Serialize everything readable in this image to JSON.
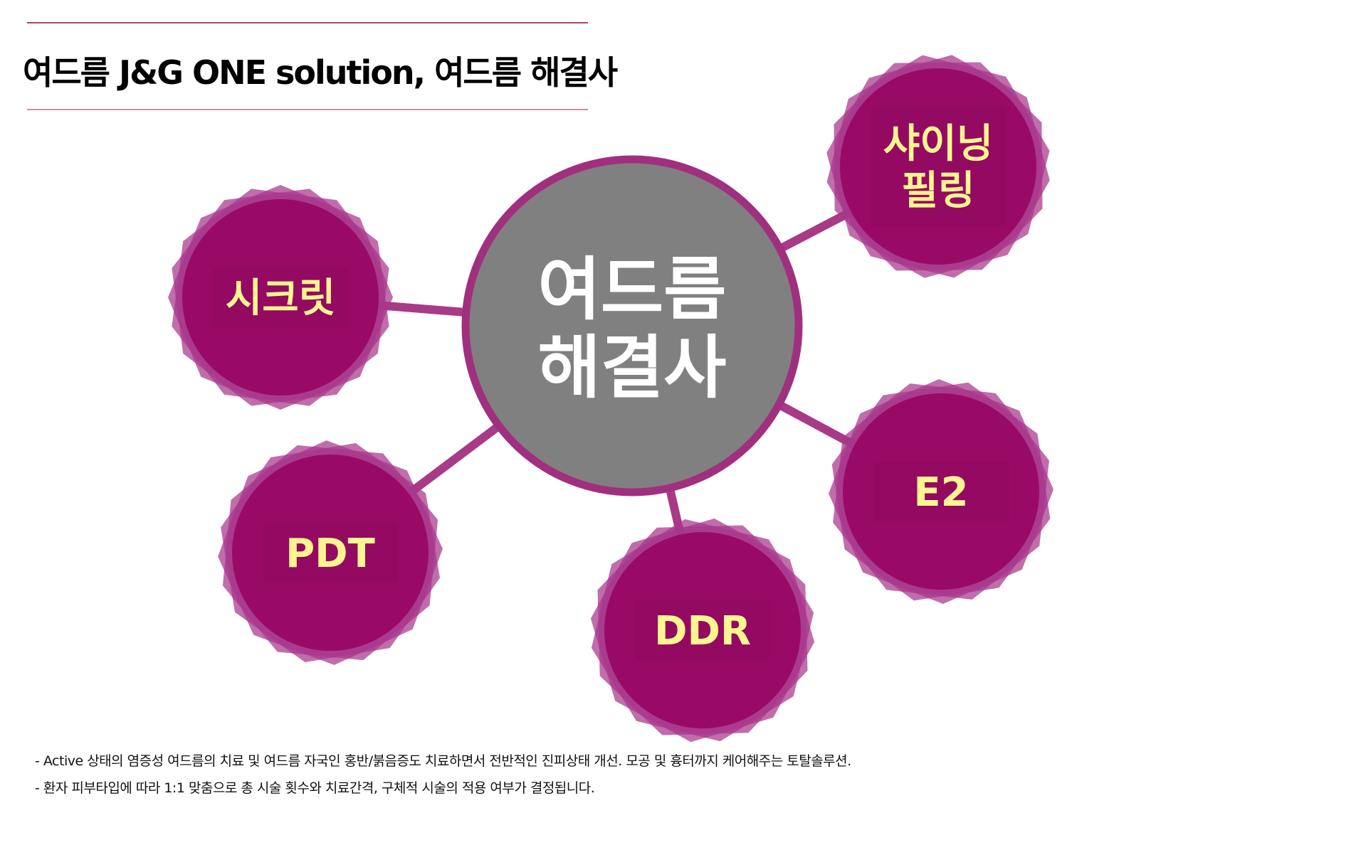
{
  "title": "여드름 J&G ONE solution, 여드름 해결사",
  "center": {
    "line1": "여드름",
    "line2": "해결사"
  },
  "nodes": [
    {
      "id": "secret",
      "lines": [
        "시크릿"
      ]
    },
    {
      "id": "shining-peeling",
      "lines": [
        "샤이닝",
        "필링"
      ]
    },
    {
      "id": "e2",
      "lines": [
        "E2"
      ]
    },
    {
      "id": "ddr",
      "lines": [
        "DDR"
      ]
    },
    {
      "id": "pdt",
      "lines": [
        "PDT"
      ]
    }
  ],
  "notes": [
    "- Active 상태의 염증성 여드름의 치료 및 여드름 자국인 홍반/붉음증도 치료하면서 전반적인 진피상태 개선. 모공 및 흉터까지 케어해주는 토탈솔루션.",
    "-   환자 피부타입에 따라 1:1 맞춤으로 총 시술 횟수와 치료간격, 구체적 시술의 적용 여부가 결정됩니다."
  ],
  "colors": {
    "badge": "#990a66",
    "badge_ray": "#a8368a",
    "label": "#fdf68f",
    "center_fill": "#808080",
    "center_ring": "#a0307f",
    "connector": "#a83a88"
  }
}
